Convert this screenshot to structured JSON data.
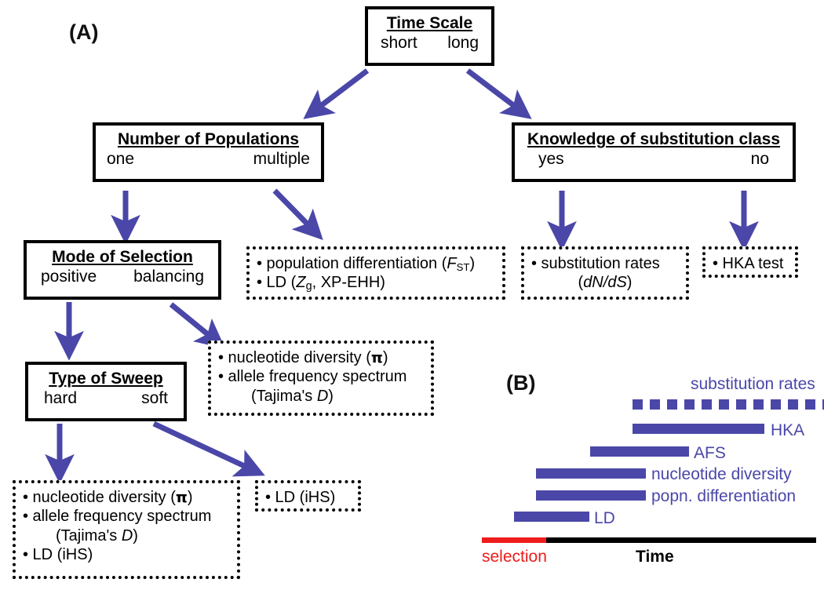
{
  "figure": {
    "panel_a_label": "(A)",
    "panel_b_label": "(B)"
  },
  "decision_boxes": [
    {
      "id": "time-scale",
      "title": "Time Scale",
      "option_left": "short",
      "option_right": "long"
    },
    {
      "id": "number-of-populations",
      "title": "Number of Populations",
      "option_left": "one",
      "option_right": "multiple"
    },
    {
      "id": "knowledge-of-substitution-class",
      "title": "Knowledge of substitution class",
      "option_left": "yes",
      "option_right": "no"
    },
    {
      "id": "mode-of-selection",
      "title": "Mode of Selection",
      "option_left": "positive",
      "option_right": "balancing"
    },
    {
      "id": "type-of-sweep",
      "title": "Type of Sweep",
      "option_left": "hard",
      "option_right": "soft"
    }
  ],
  "result_boxes": {
    "multi_population": {
      "line1_pre": "• population differentiation (",
      "line1_var": "F",
      "line1_sub": "ST",
      "line1_post": ")",
      "line2_pre": "• LD (",
      "line2_var": "Z",
      "line2_sub": "g",
      "line2_post": ", XP-EHH)"
    },
    "substitution_rates": {
      "line1": "• substitution rates",
      "line2_a": "dN",
      "line2_b": "/",
      "line2_c": "dS"
    },
    "hka": {
      "line1": "• HKA test"
    },
    "balancing": {
      "line1_pre": "• nucleotide diversity (",
      "line1_pi": "π",
      "line1_post": ")",
      "line2": "• allele frequency  spectrum",
      "line3_pre": "(Tajima's ",
      "line3_var": "D",
      "line3_post": ")"
    },
    "hard_sweep": {
      "line1_pre": "• nucleotide diversity (",
      "line1_pi": "π",
      "line1_post": ")",
      "line2": "• allele frequency spectrum",
      "line3_pre": "(Tajima's ",
      "line3_var": "D",
      "line3_post": ")",
      "line4": "• LD (iHS)"
    },
    "soft_sweep": {
      "line1": "• LD (iHS)"
    }
  },
  "colors": {
    "arrow": "#4a47a8",
    "bar": "#4a47a8",
    "selection": "#ee1c1c",
    "axis": "#000000",
    "box_border": "#000000"
  },
  "chart_data": {
    "type": "bar",
    "orientation": "horizontal",
    "title": "(B)",
    "xlabel": "Time",
    "ylabel": "",
    "axis_annotation": "selection",
    "grid": false,
    "legend": "inline-right-labels",
    "note": "Horizontal range bars showing the time window over which each test detects selection; x axis runs from recent (left, red 'selection' period) to ancient (right).",
    "categories": [
      "substitution rates",
      "HKA",
      "AFS",
      "nucleotide diversity",
      "popn. differentiation",
      "LD"
    ],
    "series": [
      {
        "name": "time window (relative x units, 0 = start of time axis, 100 = right end)",
        "bars": [
          {
            "label": "substitution rates",
            "start": 45,
            "end": 100,
            "style": "dotted"
          },
          {
            "label": "HKA",
            "start": 45,
            "end": 84,
            "style": "solid"
          },
          {
            "label": "AFS",
            "start": 33,
            "end": 62,
            "style": "solid"
          },
          {
            "label": "nucleotide diversity",
            "start": 16,
            "end": 49,
            "style": "solid"
          },
          {
            "label": "popn. differentiation",
            "start": 16,
            "end": 49,
            "style": "solid"
          },
          {
            "label": "LD",
            "start": 10,
            "end": 32,
            "style": "solid"
          }
        ]
      }
    ],
    "axis_segments": [
      {
        "label": "selection",
        "start": 0,
        "end": 20,
        "color": "#ee1c1c"
      },
      {
        "label": "Time",
        "start": 20,
        "end": 100,
        "color": "#000000"
      }
    ]
  }
}
